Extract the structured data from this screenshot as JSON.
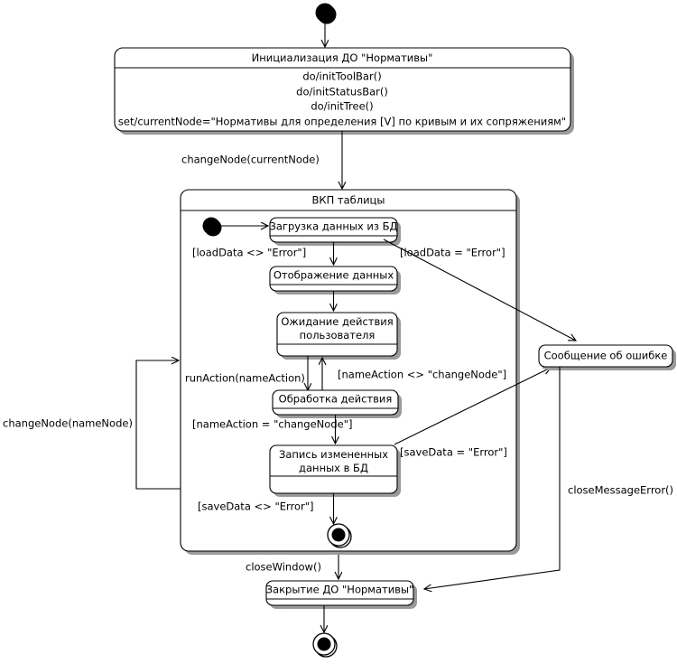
{
  "diagram": {
    "type": "uml-state-machine-diagram",
    "language": "ru",
    "background_color": "#ffffff",
    "line_color": "#000000",
    "shadow_color": "#9a9a9a"
  },
  "states": {
    "init_state": {
      "name": "Инициализация ДО \"Нормативы\"",
      "actions": [
        "do/initToolBar()",
        "do/initStatusBar()",
        "do/initTree()",
        "set/currentNode=\"Нормативы для определения [V] по кривым и их сопряжениям\""
      ]
    },
    "composite_state": {
      "name": "ВКП таблицы"
    },
    "load_data": {
      "name": "Загрузка данных из БД"
    },
    "show_data": {
      "name": "Отображение данных"
    },
    "wait_action": {
      "name_line1": "Ожидание действия",
      "name_line2": "пользователя"
    },
    "process_action": {
      "name": "Обработка действия"
    },
    "save_data": {
      "name_line1": "Запись измененных",
      "name_line2": "данных в БД"
    },
    "error_message": {
      "name": "Сообщение об ошибке"
    },
    "close_state": {
      "name": "Закрытие ДО \"Нормативы\""
    }
  },
  "transitions": {
    "t_init_to_composite": "changeNode(currentNode)",
    "t_load_ok": "[loadData <> \"Error\"]",
    "t_load_error": "[loadData = \"Error\"]",
    "t_run_action": "runAction(nameAction)",
    "t_action_not_change": "[nameAction <> \"changeNode\"]",
    "t_action_change": "[nameAction = \"changeNode\"]",
    "t_save_error": "[saveData = \"Error\"]",
    "t_save_ok": "[saveData <> \"Error\"]",
    "t_change_node": "changeNode(nameNode)",
    "t_close_window": "closeWindow()",
    "t_close_message_error": "closeMessageError()"
  }
}
